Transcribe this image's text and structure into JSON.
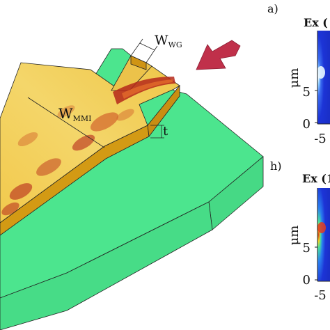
{
  "figure": {
    "dim_labels": {
      "w_wg": {
        "main": "W",
        "sub": "WG"
      },
      "w_mmi": {
        "main": "W",
        "sub": "MMI"
      },
      "t": "t"
    },
    "panels": [
      {
        "letter": "a)",
        "title": "Ex (",
        "y_unit": "μm",
        "y_ticks": [
          "5",
          "0"
        ],
        "x_ticks": [
          "-5"
        ]
      },
      {
        "letter": "h)",
        "title": "Ex (1",
        "y_unit": "μm",
        "y_ticks": [
          "5",
          "0"
        ],
        "x_ticks": [
          "-5"
        ]
      }
    ],
    "colors": {
      "substrate": "#4ce58e",
      "waveguide": "#d9a31a",
      "field_hot": "#b5281a",
      "field_warm": "#f0c23c",
      "arrow": "#c0304a",
      "mode_blue": "#1a3ad8"
    }
  }
}
